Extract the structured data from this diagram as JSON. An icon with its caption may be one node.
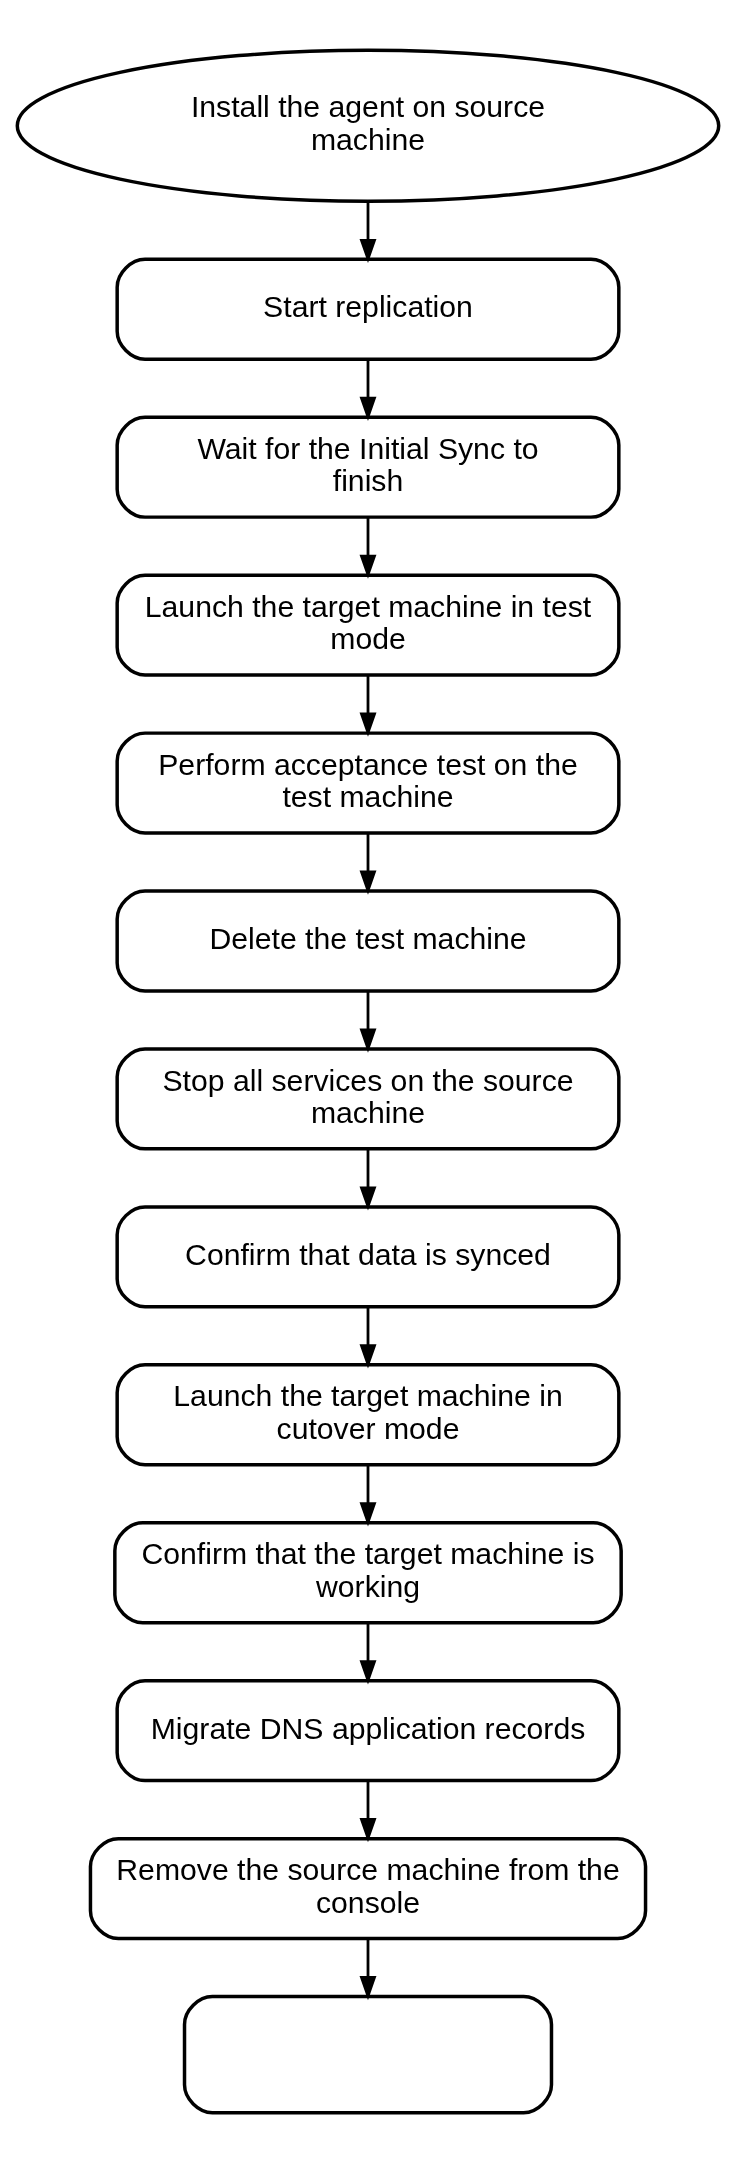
{
  "diagram": {
    "nodes": [
      {
        "text": [
          "Install the agent on source machine"
        ]
      },
      {
        "text": [
          "Start replication"
        ]
      },
      {
        "text": [
          "Wait for the Initial Sync to finish"
        ]
      },
      {
        "text": [
          "Launch the target machine in test mode"
        ]
      },
      {
        "text": [
          "Perform acceptance test on the test machine"
        ]
      },
      {
        "text": [
          "Delete the test machine"
        ]
      },
      {
        "text": [
          "Stop all services on the source machine"
        ]
      },
      {
        "text": [
          "Confirm that data is synced"
        ]
      },
      {
        "text": [
          "Launch the target machine in cutover mode"
        ]
      },
      {
        "text": [
          "Confirm that the target machine is working"
        ]
      },
      {
        "text": [
          "Migrate DNS application records"
        ]
      },
      {
        "text": [
          "Remove the source machine from the console"
        ]
      },
      {
        "text": [],
        "shape": "box"
      }
    ],
    "edges": [
      {
        "from": 0,
        "to": 1,
        "arrow": "to"
      },
      {
        "from": 1,
        "to": 2,
        "arrow": "to"
      },
      {
        "from": 2,
        "to": 3,
        "arrow": "to"
      },
      {
        "from": 3,
        "to": 4,
        "arrow": "to"
      },
      {
        "from": 4,
        "to": 5,
        "arrow": "to"
      },
      {
        "from": 5,
        "to": 6,
        "arrow": "to"
      },
      {
        "from": 6,
        "to": 7,
        "arrow": "to"
      },
      {
        "from": 7,
        "to": 8,
        "arrow": "to"
      },
      {
        "from": 8,
        "to": 9,
        "arrow": "to"
      },
      {
        "from": 9,
        "to": 10,
        "arrow": "to"
      },
      {
        "from": 10,
        "to": 11,
        "arrow": "to"
      },
      {
        "from": 11,
        "to": 12,
        "arrow": "to"
      }
    ]
  }
}
